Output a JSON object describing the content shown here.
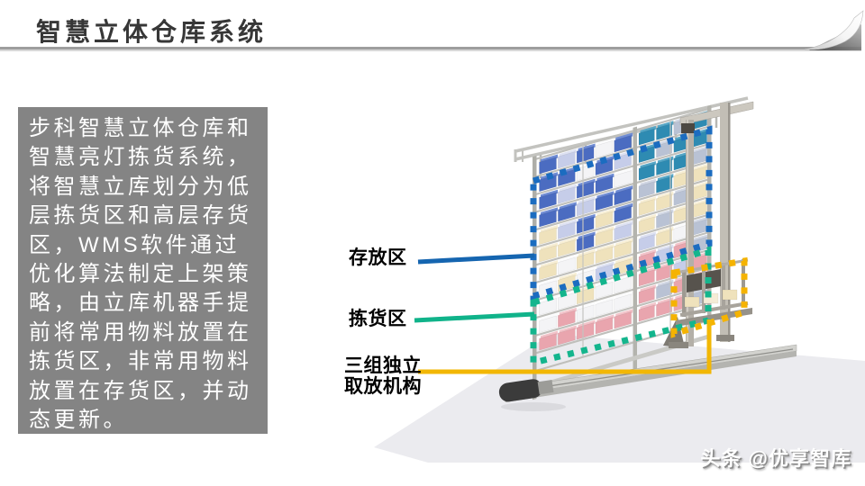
{
  "header": {
    "title": "智慧立体仓库系统"
  },
  "description_box": {
    "text": "步科智慧立体仓库和智慧亮灯拣货系统，将智慧立库划分为低层拣货区和高层存货区，WMS软件通过优化算法制定上架策略，由立库机器手提前将常用物料放置在拣货区，非常用物料放置在存货区，并动态更新。",
    "bg_color": "#848484",
    "text_color": "#ffffff"
  },
  "labels": {
    "storage": {
      "text": "存放区",
      "line_color": "#1565b0",
      "dash_color": "#1b6cc0"
    },
    "picking": {
      "text": "拣货区",
      "line_color": "#10b38a",
      "dash_color": "#14b58d"
    },
    "mechanism": {
      "text": "三组独立取放机构",
      "line_color": "#f2b705",
      "dash_color": "#f5b301"
    }
  },
  "watermark": {
    "text": "头条 @优享智库"
  },
  "illustration": {
    "name": "automated-storage-rack-3d-render",
    "palette": {
      "T": {
        "front": "#2e8bb2",
        "top": "#55a6c6"
      },
      "B": {
        "front": "#4b6cc1",
        "top": "#6f8cd4"
      },
      "L": {
        "front": "#c6cde9",
        "top": "#dde1f2"
      },
      "C": {
        "front": "#efe2bc",
        "top": "#f7eed4"
      },
      "W": {
        "front": "#f4f4f6",
        "top": "#fbfbfc"
      },
      "P": {
        "front": "#e9a5ae",
        "top": "#f2c3c9"
      },
      "G": {
        "front": "#b9c2d4",
        "top": "#d0d6e3"
      }
    },
    "bin_rows": [
      {
        "left": "BLBWB",
        "right": "TTGT"
      },
      {
        "left": "BBWBL",
        "right": "TGTT"
      },
      {
        "left": "BLBBW",
        "right": "TTTG"
      },
      {
        "left": "BBLBB",
        "right": "GTCC"
      },
      {
        "left": "CLBCB",
        "right": "CCGC"
      },
      {
        "left": "CCBCL",
        "right": "CGCC"
      },
      {
        "left": "CWCCC",
        "right": "LCWG"
      },
      {
        "left": "WCWLC",
        "right": "PLPG"
      },
      {
        "left": "WWCWW",
        "right": "PPLP"
      },
      {
        "left": "WPWWW",
        "right": "PGPP"
      },
      {
        "left": "PPPPP",
        "right": "PPPG"
      }
    ]
  }
}
